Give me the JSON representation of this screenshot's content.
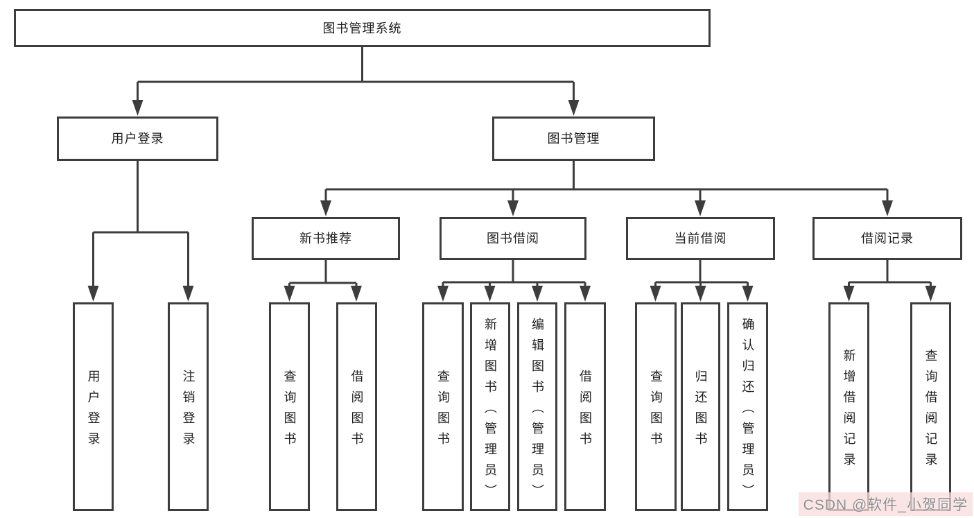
{
  "colors": {
    "line": "#3d3d3d",
    "box_border": "#3d3d3d",
    "text": "#1d1d1d",
    "watermark_text": "#8f8f8f",
    "watermark_bg": "#fadbdb"
  },
  "tree": {
    "root": {
      "label": "图书管理系统"
    },
    "children": [
      {
        "label": "用户登录",
        "children": [
          {
            "label": "用户登录"
          },
          {
            "label": "注销登录"
          }
        ]
      },
      {
        "label": "图书管理",
        "children": [
          {
            "label": "新书推荐",
            "children": [
              {
                "label": "查询图书"
              },
              {
                "label": "借阅图书"
              }
            ]
          },
          {
            "label": "图书借阅",
            "children": [
              {
                "label": "查询图书"
              },
              {
                "label": "新增图书（管理员）"
              },
              {
                "label": "编辑图书（管理员）"
              },
              {
                "label": "借阅图书"
              }
            ]
          },
          {
            "label": "当前借阅",
            "children": [
              {
                "label": "查询图书"
              },
              {
                "label": "归还图书"
              },
              {
                "label": "确认归还（管理员）"
              }
            ]
          },
          {
            "label": "借阅记录",
            "children": [
              {
                "label": "新增借阅记录"
              },
              {
                "label": "查询借阅记录"
              }
            ]
          }
        ]
      }
    ]
  },
  "watermark": {
    "label": "CSDN @软件_小贺同学"
  }
}
